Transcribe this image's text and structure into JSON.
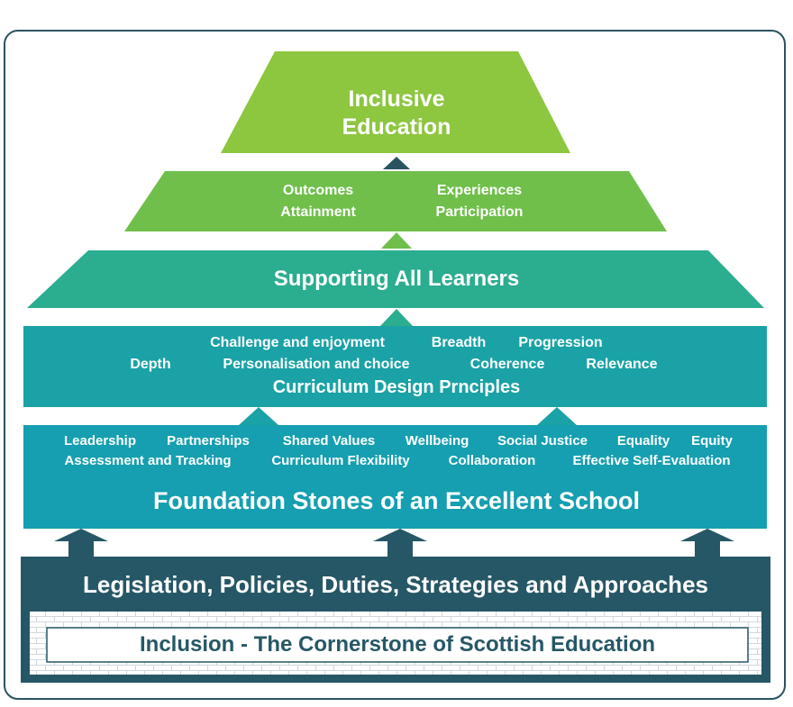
{
  "apex": {
    "line1": "Inclusive",
    "line2": "Education"
  },
  "outcomes": {
    "left_top": "Outcomes",
    "left_bottom": "Attainment",
    "right_top": "Experiences",
    "right_bottom": "Participation"
  },
  "supporting": {
    "title": "Supporting All Learners"
  },
  "curriculum": {
    "row1": [
      "Challenge and enjoyment",
      "Breadth",
      "Progression"
    ],
    "row2": [
      "Depth",
      "Personalisation and choice",
      "Coherence",
      "Relevance"
    ],
    "title": "Curriculum Design Prnciples"
  },
  "foundation": {
    "row1": [
      "Leadership",
      "Partnerships",
      "Shared Values",
      "Wellbeing",
      "Social Justice",
      "Equality",
      "Equity"
    ],
    "row2": [
      "Assessment and Tracking",
      "Curriculum Flexibility",
      "Collaboration",
      "Effective Self-Evaluation"
    ],
    "title": "Foundation Stones of an Excellent School"
  },
  "legislation": {
    "title": "Legislation, Policies, Duties, Strategies and Approaches"
  },
  "cornerstone": {
    "title": "Inclusion - The Cornerstone of Scottish Education"
  },
  "colors": {
    "apex_green": "#8dc63f",
    "outcomes_green": "#6fbf4a",
    "supporting_teal": "#2bad8f",
    "curriculum_teal": "#1aa2a6",
    "foundation_teal": "#159fb0",
    "legislation_navy": "#265766",
    "brick_line": "#d0d8dc"
  }
}
